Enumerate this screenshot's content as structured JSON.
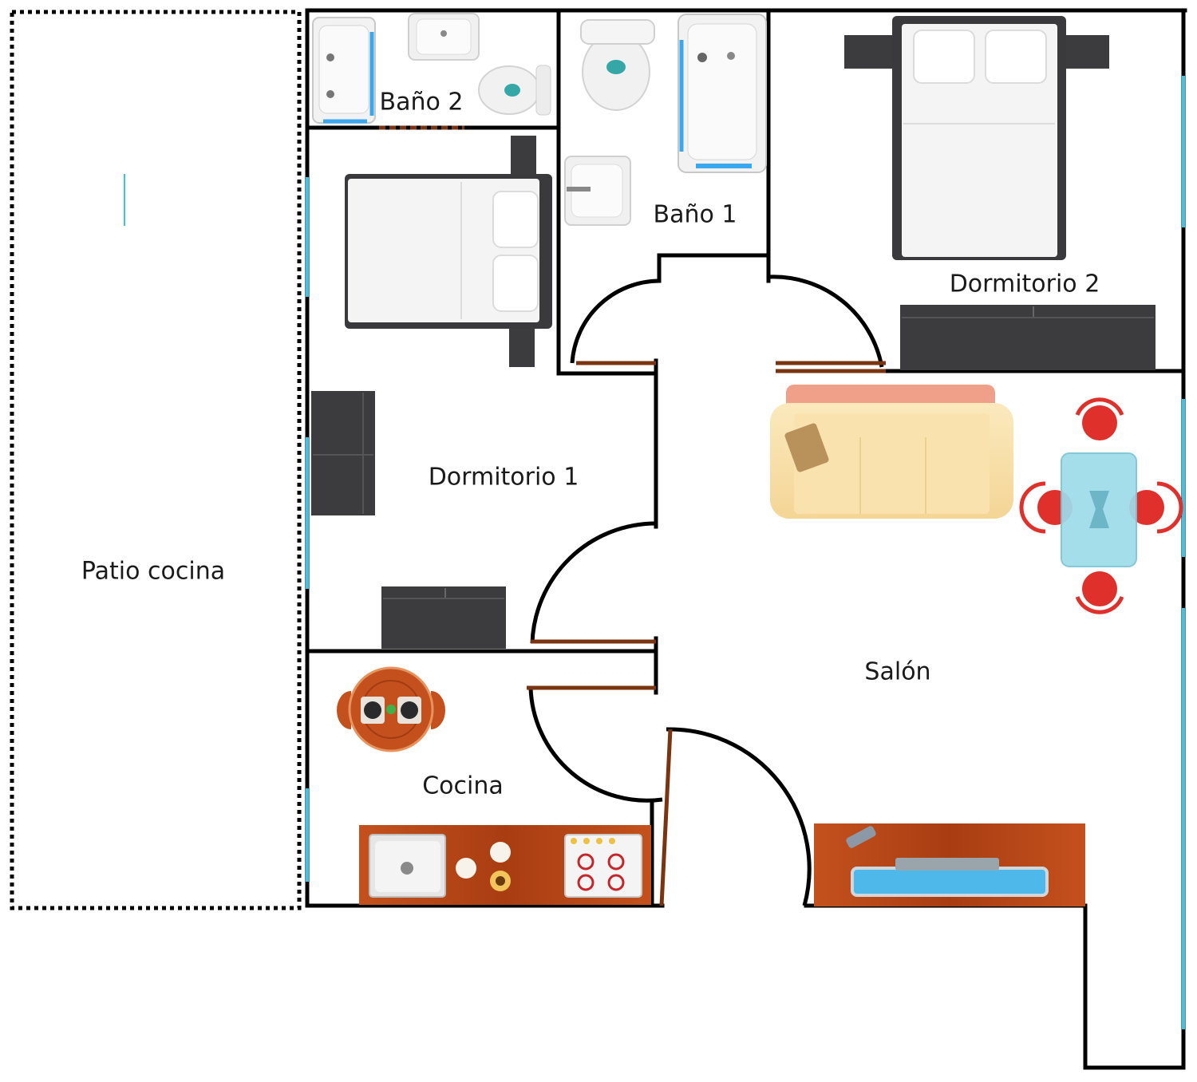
{
  "rooms": {
    "patio": "Patio cocina",
    "bano2": "Baño 2",
    "bano1": "Baño 1",
    "dormitorio2": "Dormitorio 2",
    "dormitorio1": "Dormitorio 1",
    "salon": "Salón",
    "cocina": "Cocina"
  },
  "colors": {
    "wall": "#000000",
    "window": "#3ac4e6",
    "door_leaf": "#7a3410",
    "furniture_dark": "#3c3c3e",
    "wood": "#b8461a",
    "sofa": "#f7dea5",
    "chair": "#e0302c",
    "glass_table": "#9edcea"
  }
}
